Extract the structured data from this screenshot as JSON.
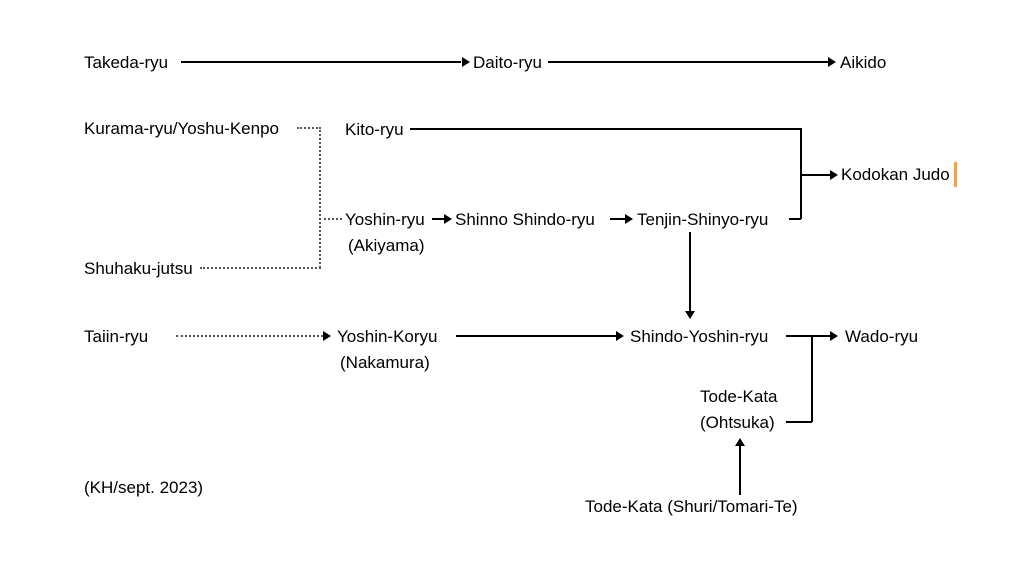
{
  "diagram": {
    "nodes": {
      "takeda_ryu": "Takeda-ryu",
      "daito_ryu": "Daito-ryu",
      "aikido": "Aikido",
      "kurama_ryu": "Kurama-ryu/Yoshu-Kenpo",
      "kito_ryu": "Kito-ryu",
      "kodokan_judo": "Kodokan Judo",
      "yoshin_ryu": "Yoshin-ryu",
      "yoshin_ryu_founder": "(Akiyama)",
      "shinno_shindo_ryu": "Shinno Shindo-ryu",
      "tenjin_shinyo_ryu": "Tenjin-Shinyo-ryu",
      "shuhaku_jutsu": "Shuhaku-jutsu",
      "taiin_ryu": "Taiin-ryu",
      "yoshin_koryu": "Yoshin-Koryu",
      "yoshin_koryu_founder": "(Nakamura)",
      "shindo_yoshin_ryu": "Shindo-Yoshin-ryu",
      "wado_ryu": "Wado-ryu",
      "tode_kata": "Tode-Kata",
      "tode_kata_founder": "(Ohtsuka)",
      "tode_kata_shuri": "Tode-Kata (Shuri/Tomari-Te)"
    },
    "edges": [
      {
        "from": "takeda_ryu",
        "to": "daito_ryu",
        "style": "solid-arrow"
      },
      {
        "from": "daito_ryu",
        "to": "aikido",
        "style": "solid-arrow"
      },
      {
        "from": "kurama_ryu",
        "to": "kito_ryu",
        "style": "dotted"
      },
      {
        "from": "kurama_ryu",
        "to": "yoshin_ryu",
        "style": "dotted"
      },
      {
        "from": "shuhaku_jutsu",
        "to": "yoshin_ryu",
        "style": "dotted"
      },
      {
        "from": "kito_ryu",
        "to": "kodokan_judo",
        "style": "solid-arrow"
      },
      {
        "from": "yoshin_ryu",
        "to": "shinno_shindo_ryu",
        "style": "solid-arrow"
      },
      {
        "from": "shinno_shindo_ryu",
        "to": "tenjin_shinyo_ryu",
        "style": "solid-arrow"
      },
      {
        "from": "tenjin_shinyo_ryu",
        "to": "kodokan_judo",
        "style": "solid-arrow"
      },
      {
        "from": "tenjin_shinyo_ryu",
        "to": "shindo_yoshin_ryu",
        "style": "solid-arrow"
      },
      {
        "from": "taiin_ryu",
        "to": "yoshin_koryu",
        "style": "dotted-arrow"
      },
      {
        "from": "yoshin_koryu",
        "to": "shindo_yoshin_ryu",
        "style": "solid-arrow"
      },
      {
        "from": "shindo_yoshin_ryu",
        "to": "wado_ryu",
        "style": "solid-arrow"
      },
      {
        "from": "tode_kata",
        "to": "wado_ryu",
        "style": "solid"
      },
      {
        "from": "tode_kata_shuri",
        "to": "tode_kata",
        "style": "solid-arrow"
      }
    ],
    "credit": "(KH/sept. 2023)",
    "colors": {
      "background": "#ffffff",
      "text": "#000000",
      "line": "#000000",
      "dotted_line": "#555555",
      "cursor": "#f6a13c"
    }
  }
}
